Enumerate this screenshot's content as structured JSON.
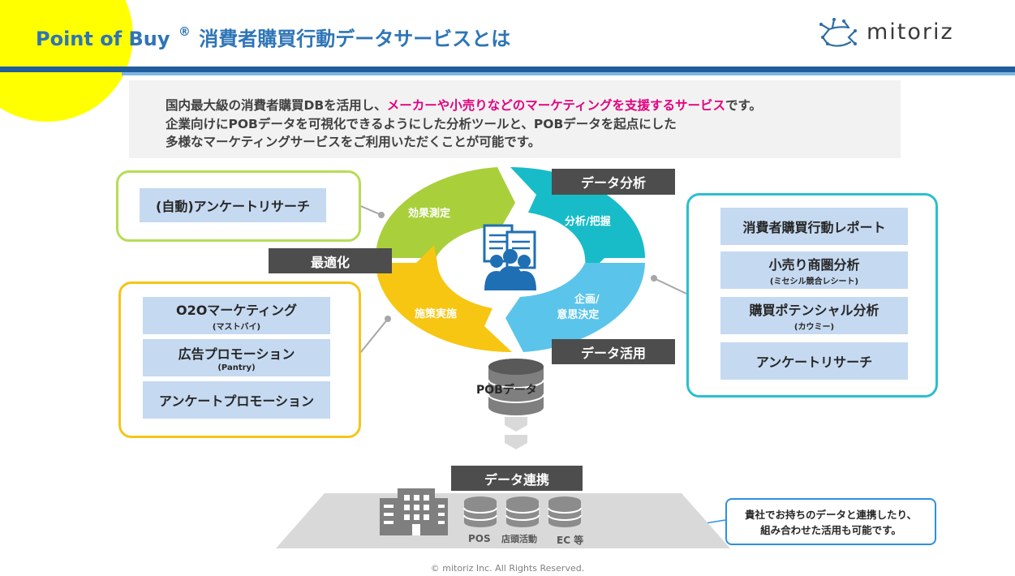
{
  "header": {
    "title_pre": "Point of Buy",
    "title_reg": "®",
    "title_post": "消費者購買行動データサービスとは",
    "logo_text": "mitoriz"
  },
  "description": {
    "line1_pre": "国内最大級の消費者購買DBを活用し、",
    "line1_highlight": "メーカーや小売りなどのマーケティングを支援するサービス",
    "line1_post": "です。",
    "line2": "企業向けにPOBデータを可視化できるようにした分析ツールと、POBデータを起点にした",
    "line3": "多様なマーケティングサービスをご利用いただくことが可能です。"
  },
  "cycle": {
    "segment_measure": "効果測定",
    "segment_analysis": "分析/把握",
    "segment_plan": "企画/\n意思決定",
    "segment_plan_line1": "企画/",
    "segment_plan_line2": "意思決定",
    "segment_execute": "施策実施",
    "label_data_analysis": "データ分析",
    "label_optimize": "最適化",
    "label_data_use": "データ活用"
  },
  "left_top_box": {
    "items": [
      {
        "main": "(自動)アンケートリサーチ"
      }
    ]
  },
  "left_bottom_box": {
    "items": [
      {
        "main": "O2Oマーケティング",
        "sub": "(マストバイ)"
      },
      {
        "main": "広告プロモーション",
        "sub": "(Pantry)"
      },
      {
        "main": "アンケートプロモーション"
      }
    ]
  },
  "right_box": {
    "items": [
      {
        "main": "消費者購買行動レポート"
      },
      {
        "main": "小売り商圏分析",
        "sub": "(ミセシル競合レシート)"
      },
      {
        "main": "購買ポテンシャル分析",
        "sub": "(カウミー)"
      },
      {
        "main": "アンケートリサーチ"
      }
    ]
  },
  "pob": {
    "label": "POBデータ",
    "link_label": "データ連携"
  },
  "base": {
    "pos": "POS",
    "store": "店頭活動",
    "ec": "EC 等"
  },
  "callout": {
    "line1": "貴社でお持ちのデータと連携したり、",
    "line2": "組み合わせた活用も可能です。"
  },
  "footer": {
    "copyright": "© mitoriz Inc. All Rights Reserved."
  },
  "colors": {
    "title_blue": "#2e75b6",
    "highlight_pink": "#e4007f",
    "cycle_green": "#a9cf3b",
    "cycle_teal": "#17bcc8",
    "cycle_lightblue": "#5bc4ea",
    "cycle_yellow": "#f7c613",
    "item_blue": "#c5d9f1",
    "label_dark": "#4d4d4d"
  }
}
